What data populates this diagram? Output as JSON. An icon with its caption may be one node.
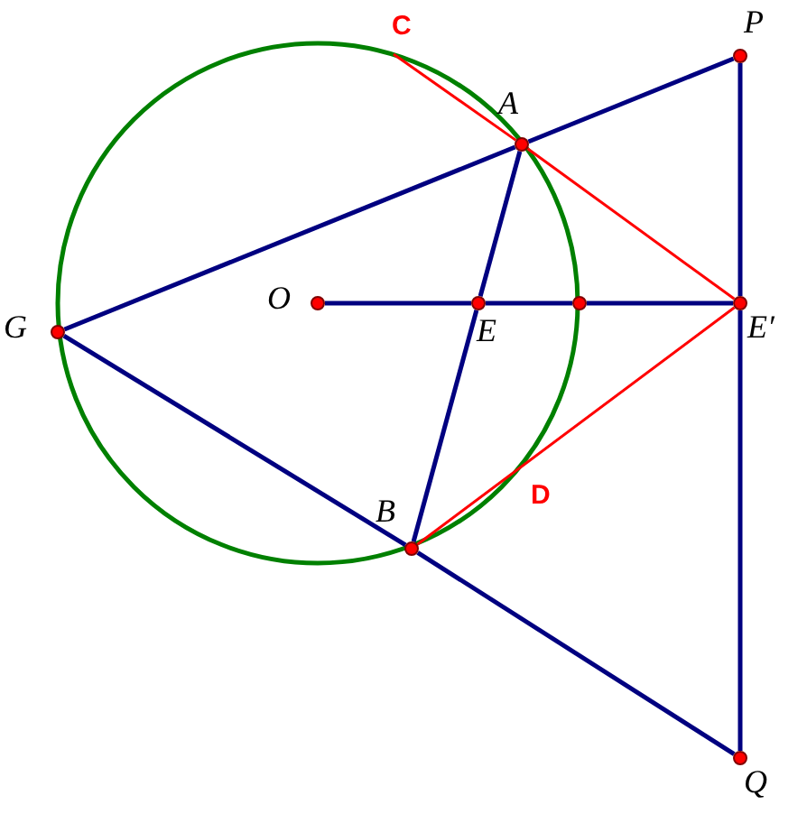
{
  "diagram": {
    "nodes": [
      {
        "text": [
          "C"
        ]
      },
      {
        "text": [
          "P"
        ]
      },
      {
        "text": [
          "A"
        ]
      },
      {
        "text": [
          "O"
        ]
      },
      {
        "text": [
          "E"
        ]
      },
      {
        "text": [],
        "shape": "circle"
      },
      {
        "text": [
          "E′"
        ]
      },
      {
        "text": [
          "G"
        ]
      },
      {
        "text": [
          "B"
        ]
      },
      {
        "text": [
          "Q"
        ]
      }
    ],
    "edges": [
      {
        "from": 7,
        "to": 2,
        "arrow": "none"
      },
      {
        "from": 2,
        "to": 1,
        "arrow": "none"
      },
      {
        "from": 7,
        "to": 8,
        "arrow": "none"
      },
      {
        "from": 8,
        "to": 9,
        "arrow": "none"
      },
      {
        "from": 1,
        "to": 6,
        "arrow": "none"
      },
      {
        "from": 6,
        "to": 9,
        "arrow": "none"
      },
      {
        "from": 3,
        "to": 4,
        "arrow": "none"
      },
      {
        "from": 4,
        "to": 5,
        "arrow": "none"
      },
      {
        "from": 5,
        "to": 6,
        "arrow": "none"
      },
      {
        "from": 2,
        "to": 4,
        "arrow": "none"
      },
      {
        "from": 4,
        "to": 8,
        "arrow": "none"
      },
      {
        "from": 0,
        "to": 2,
        "arrow": "none",
        "color": "#ff0000"
      },
      {
        "from": 2,
        "to": 6,
        "arrow": "none",
        "color": "#ff0000"
      },
      {
        "from": 6,
        "to": 8,
        "arrow": "none",
        "color": "#ff0000",
        "label": "D"
      }
    ]
  }
}
